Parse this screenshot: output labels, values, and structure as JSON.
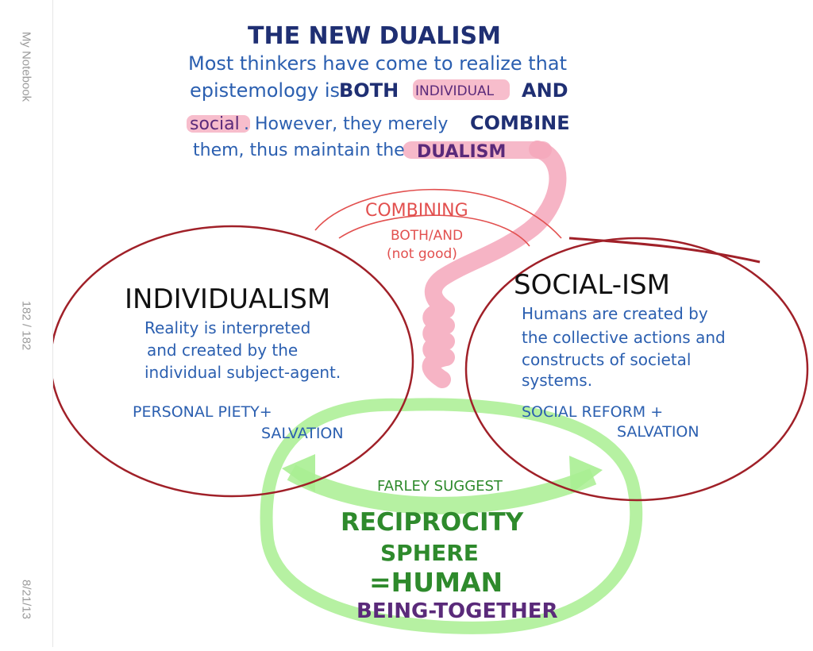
{
  "sidebar": {
    "notebook_title": "My Notebook",
    "page_counter": "182 / 182",
    "date": "8/21/13"
  },
  "note": {
    "title": "THE NEW DUALISM",
    "intro_line1": "Most thinkers have come to realize that",
    "intro_line2_a": "epistemology is",
    "intro_line2_both": "BOTH",
    "intro_line2_individual": "INDIVIDUAL",
    "intro_line2_and": "AND",
    "intro_line3_social": "social",
    "intro_line3_b": ". However, they merely",
    "intro_line3_combine": "COMBINE",
    "intro_line4": "them, thus maintain the",
    "intro_line4_dualism": "DUALISM",
    "combining": "COMBINING",
    "both_and": "BOTH/AND",
    "not_good": "(not good)",
    "individualism": {
      "title": "INDIVIDUALISM",
      "desc_line1": "Reality is interpreted",
      "desc_line2": "and created by the",
      "desc_line3": "individual subject-agent.",
      "foot_line1": "PERSONAL PIETY+",
      "foot_line2": "SALVATION"
    },
    "socialism": {
      "title": "SOCIAL-ISM",
      "desc_line1": "Humans are created by",
      "desc_line2": "the collective actions and",
      "desc_line3": "constructs of societal",
      "desc_line4": "systems.",
      "foot_line1": "SOCIAL REFORM +",
      "foot_line2": "SALVATION"
    },
    "reciprocity": {
      "farley": "FARLEY SUGGEST",
      "line1": "RECIPROCITY",
      "line2": "SPHERE",
      "line3": "=HUMAN",
      "line4": "BEING-TOGETHER"
    }
  },
  "colors": {
    "navy": "#1f2f73",
    "blue_ink": "#2b5fb0",
    "red_ink": "#a02028",
    "coral": "#e2504f",
    "pink": "#f4a7bb",
    "green_light": "#a9ee92",
    "green_dark": "#2e8a2c",
    "purple": "#5a2a7a"
  }
}
